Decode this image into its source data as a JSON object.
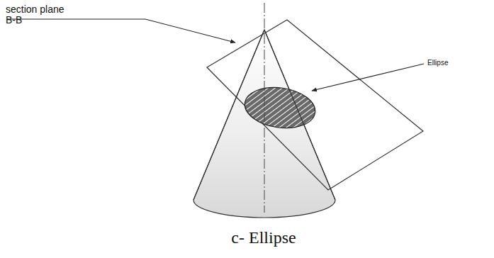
{
  "diagram": {
    "caption": "c- Ellipse",
    "labels": [
      "section plane B-B",
      "Ellipse"
    ]
  }
}
